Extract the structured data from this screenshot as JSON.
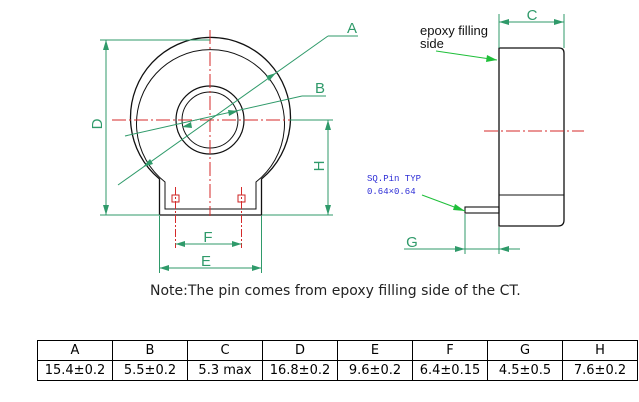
{
  "drawing": {
    "front_labels": {
      "a": "A",
      "b": "B",
      "d": "D",
      "e": "E",
      "f": "F",
      "h": "H"
    },
    "side_labels": {
      "c": "C",
      "g": "G"
    },
    "epoxy_callout": [
      "epoxy filling",
      "side"
    ],
    "pin_spec": [
      "SQ.Pin TYP",
      "0.64×0.64"
    ],
    "colors": {
      "outline": "#111111",
      "dimension": "#2f9a6a",
      "centerline": "#d42a2a",
      "leader": "#1fbf3a",
      "spec_text": "#2d2dd6"
    }
  },
  "note": "Note:The pin comes from epoxy filling side of the CT.",
  "table": {
    "headers": [
      "A",
      "B",
      "C",
      "D",
      "E",
      "F",
      "G",
      "H"
    ],
    "values": [
      "15.4±0.2",
      "5.5±0.2",
      "5.3 max",
      "16.8±0.2",
      "9.6±0.2",
      "6.4±0.15",
      "4.5±0.5",
      "7.6±0.2"
    ]
  }
}
